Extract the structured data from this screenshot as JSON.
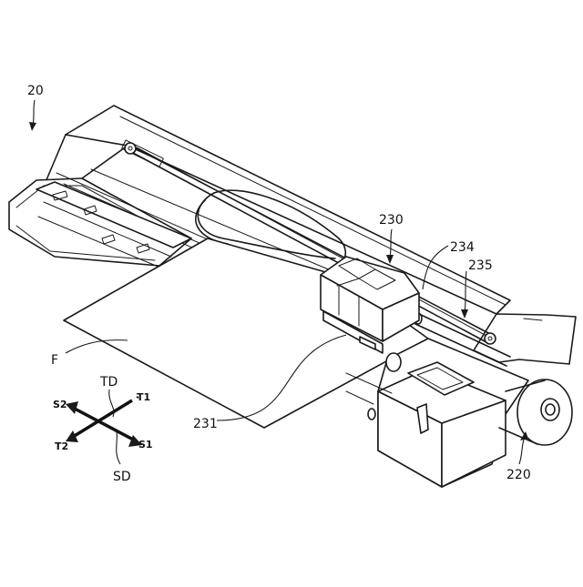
{
  "labels": {
    "device": "20",
    "carriage": "230",
    "carriage_part": "231",
    "belt_a": "234",
    "belt_b": "235",
    "motor_unit": "220",
    "medium": "F"
  },
  "axes": {
    "td": "TD",
    "sd": "SD",
    "t1": "T1",
    "t2": "T2",
    "s1": "S1",
    "s2": "S2"
  }
}
